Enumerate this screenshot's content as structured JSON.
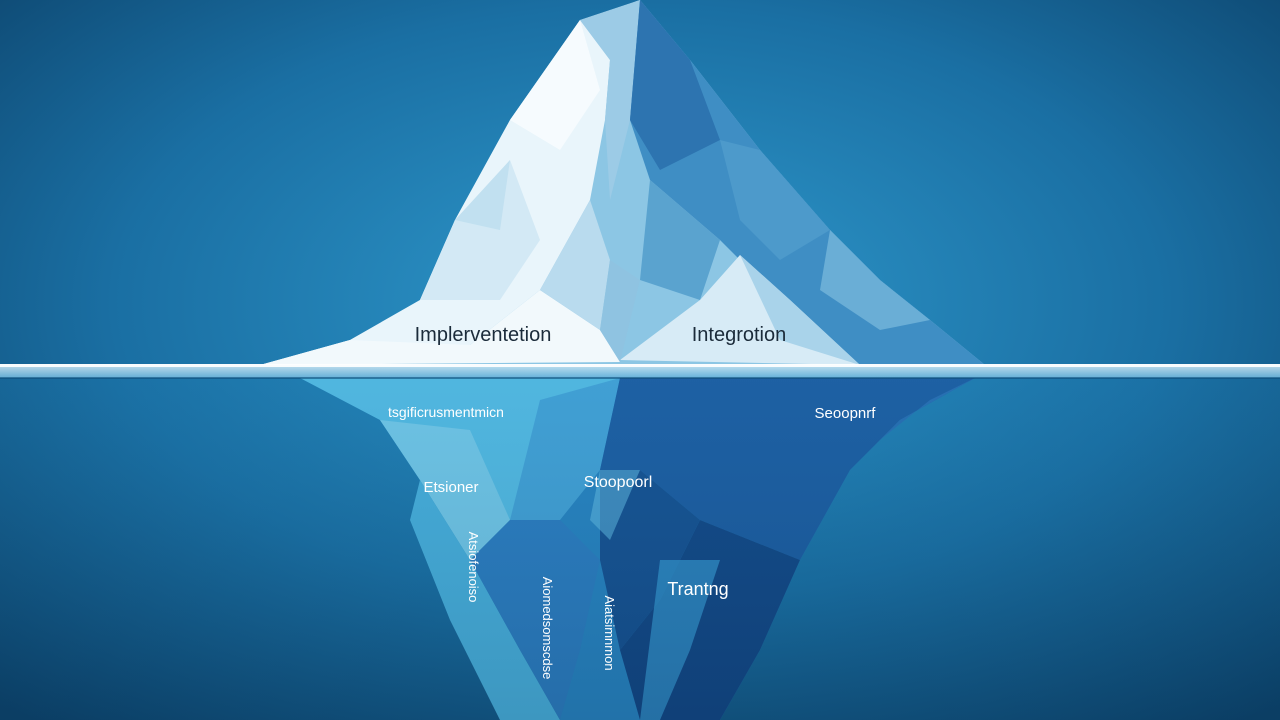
{
  "labels": {
    "above_left": "Implerventetion",
    "above_right": "Integrotion",
    "below_top_left": "tsgificrusmentmicn",
    "below_top_right": "Seoopnrf",
    "below_mid_left": "Etsioner",
    "below_mid_center": "Stoopoorl",
    "below_lower_right": "Trantng",
    "vertical_left": "Atsiofenoiso",
    "vertical_center_left": "Aiomedsomscdse",
    "vertical_center_right": "Aiatsimnmon"
  },
  "colors": {
    "ocean_light": "#2a8fc3",
    "ocean_dark": "#0b3f66",
    "ice_highlight": "#eef7fb",
    "ice_shadow": "#2d6fa8",
    "underwater_light": "#4fc0e6",
    "underwater_dark": "#0f3f82"
  }
}
